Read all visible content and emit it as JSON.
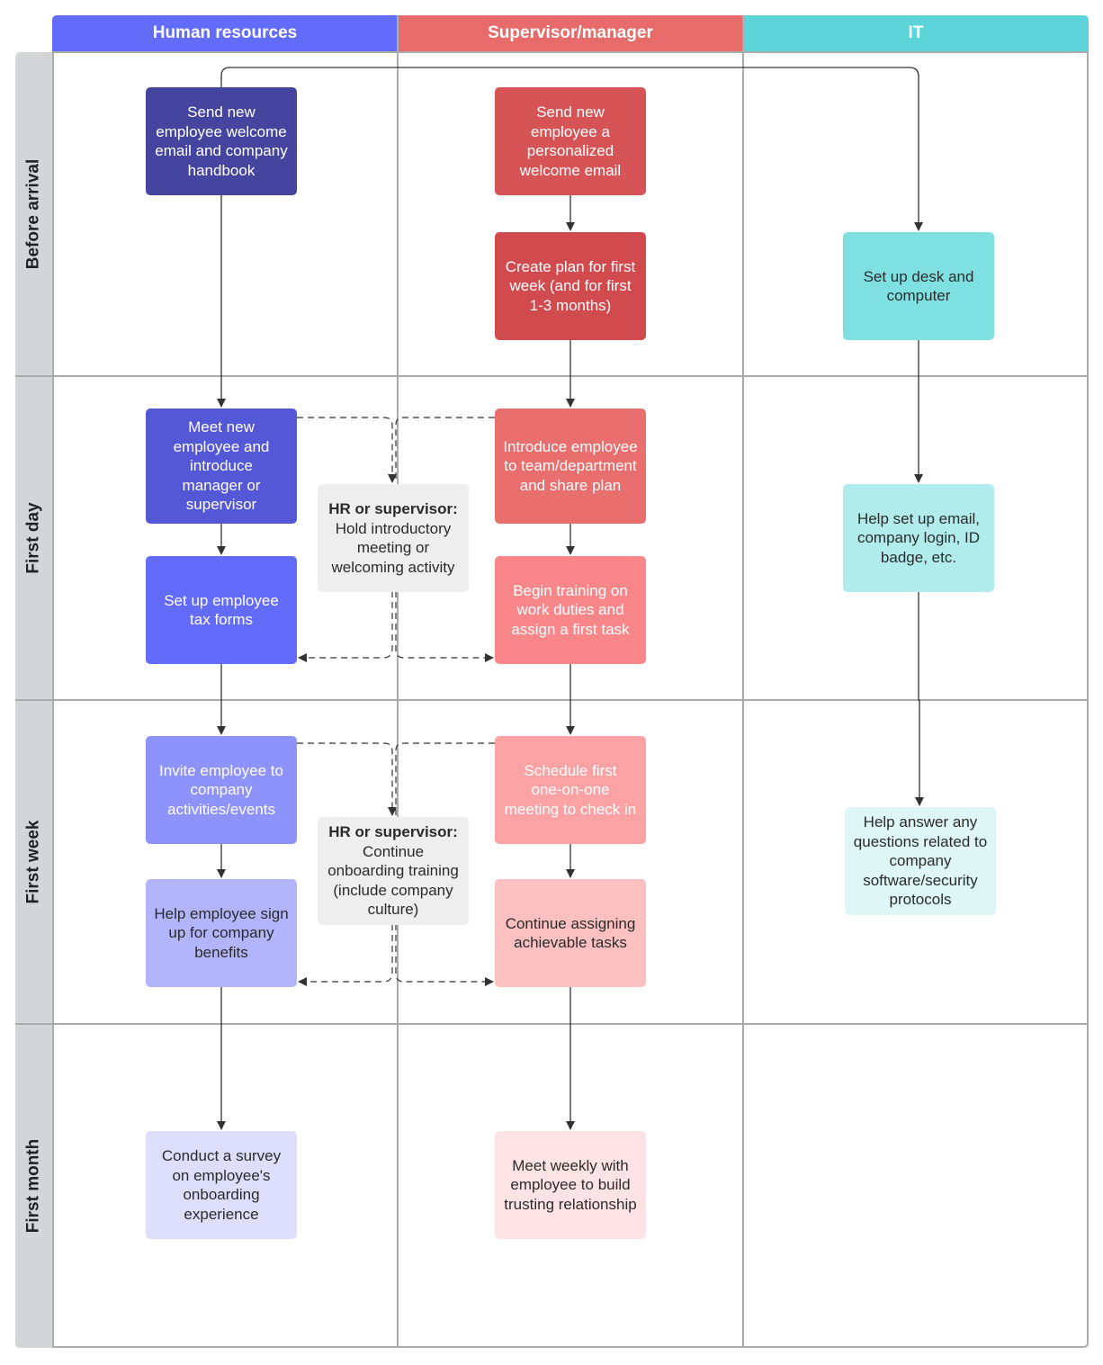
{
  "lanes": [
    {
      "label": "Human resources",
      "color": "#636bfb"
    },
    {
      "label": "Supervisor/manager",
      "color": "#e76b6b"
    },
    {
      "label": "IT",
      "color": "#5cd4d9"
    }
  ],
  "phases": [
    "Before arrival",
    "First day",
    "First week",
    "First month"
  ],
  "nodes": {
    "hr_welcome_email": "Send new\nemployee welcome\nemail and company\nhandbook",
    "hr_meet_employee": "Meet new\nemployee and\nintroduce\nmanager or\nsupervisor",
    "hr_tax_forms": "Set up employee\ntax forms",
    "hr_invite_events": "Invite employee to\ncompany\nactivities/events",
    "hr_benefits": "Help employee sign\nup for company\nbenefits",
    "hr_survey": "Conduct a survey\non employee's\nonboarding\nexperience",
    "sup_personal_email": "Send new\nemployee a\npersonalized\nwelcome email",
    "sup_create_plan": "Create plan for first\nweek (and for first\n1-3 months)",
    "sup_introduce_team": "Introduce employee\nto team/department\nand share plan",
    "sup_begin_training": "Begin training on\nwork duties and\nassign a first task",
    "sup_schedule_checkin": "Schedule first\none-on-one\nmeeting to check in",
    "sup_assign_tasks": "Continue assigning\nachievable tasks",
    "sup_weekly_meetings": "Meet weekly with\nemployee to build\ntrusting relationship",
    "it_desk_computer": "Set up desk and\ncomputer",
    "it_email_login": "Help set up email,\ncompany login, ID\nbadge, etc.",
    "it_answer_questions": "Help answer any\nquestions related to\ncompany\nsoftware/security\nprotocols"
  },
  "notes": {
    "intro_meeting": {
      "title": "HR or supervisor:",
      "text": "Hold introductory\nmeeting or\nwelcoming activity"
    },
    "onboarding_training": {
      "title": "HR or supervisor:",
      "text": "Continue\nonboarding training\n(include company\nculture)"
    }
  },
  "colors": {
    "hr_1": "#45449f",
    "hr_2": "#5457d6",
    "hr_3": "#636bfb",
    "hr_4": "#8e92fb",
    "hr_5": "#b2b5fb",
    "hr_6": "#dddefb",
    "sup_1": "#d65455",
    "sup_2": "#d14a4e",
    "sup_3": "#e96e6e",
    "sup_4": "#f98789",
    "sup_5": "#fba3a4",
    "sup_6": "#fcc0c1",
    "sup_7": "#fde3e4",
    "it_1": "#7fe0e2",
    "it_2": "#b0ecec",
    "it_3": "#def6f6",
    "note": "#eeeeee",
    "grid": "#a9abad",
    "row_header": "#d4d5d7",
    "arrow": "#333333"
  }
}
